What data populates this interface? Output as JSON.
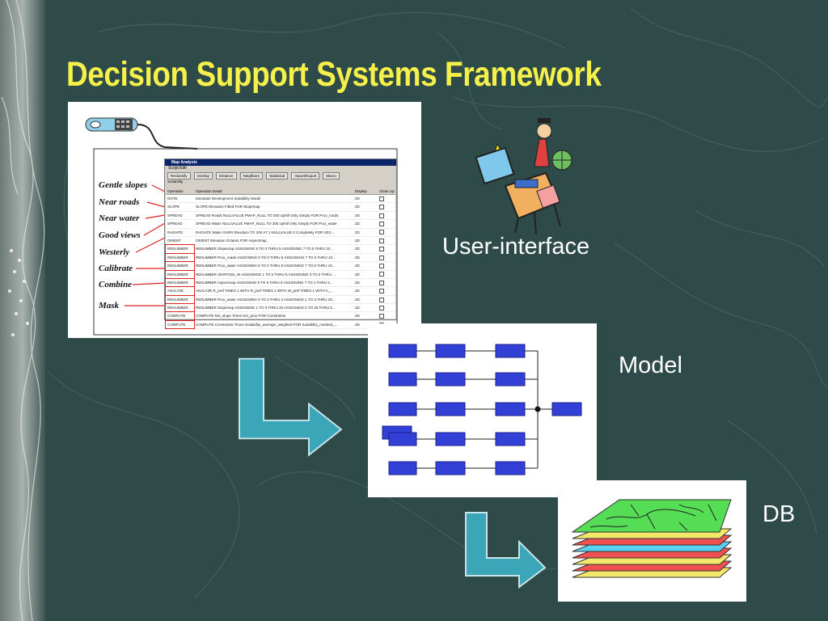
{
  "slide": {
    "title": "Decision Support Systems Framework",
    "labels": {
      "ui": "User-interface",
      "model": "Model",
      "db": "DB"
    }
  },
  "screenshot": {
    "left_labels": [
      "Gentle slopes",
      "Near roads",
      "Near water",
      "Good views",
      "Westerly",
      "Calibrate",
      "Combine",
      "Mask"
    ],
    "window_title": "Map Analysis",
    "menu": "Script  Edit",
    "toolbar": [
      "Reclassify",
      "Overlay",
      "Distance",
      "Neighbors",
      "Statistical",
      "Import/Export",
      "Macro"
    ],
    "subtitle": "Suitability",
    "columns": [
      "Operation",
      "Operation Detail",
      "Display",
      "Clean Up"
    ],
    "rows": [
      {
        "op": "NOTE",
        "detail": "Mountain Development Suitability Model",
        "display": "2D"
      },
      {
        "op": "SLOPE",
        "detail": "SLOPE Elevation Fitted FOR Slopemap",
        "display": "2D"
      },
      {
        "op": "SPREAD",
        "detail": "SPREAD Roads NULLVALUE PMAP_NULL TO 200 Uphill Only Simply FOR Prox_roads",
        "display": "2D"
      },
      {
        "op": "SPREAD",
        "detail": "SPREAD Water NULLVALUE PMAP_NULL TO 200 Uphill Only Simply FOR Prox_water",
        "display": "2D"
      },
      {
        "op": "RADIATE",
        "detail": "RADIATE Water OVER Elevation TO 200 AT 1 NULLVALUE 0 Completely FOR VEX...",
        "display": "2D"
      },
      {
        "op": "ORIENT",
        "detail": "ORIENT Elevation Octants FOR Aspectmap",
        "display": "2D"
      },
      {
        "op": "RENUMBER",
        "detail": "RENUMBER Slopemap ASSIGNING 9 TO 0 THRU 5 ASSIGNING 7 TO 5 THRU 10...",
        "display": "2D"
      },
      {
        "op": "RENUMBER",
        "detail": "RENUMBER Prox_roads ASSIGNING 9 TO 0 THRU 5 ASSIGNING 7 TO 5 THRU 10...",
        "display": "2D"
      },
      {
        "op": "RENUMBER",
        "detail": "RENUMBER Prox_water ASSIGNING 9 TO 0 THRU 8 ASSIGNING 7 TO 8 THRU 16...",
        "display": "2D"
      },
      {
        "op": "RENUMBER",
        "detail": "RENUMBER VEXPOSE_W ASSIGNING 1 TO 0 THRU 5 ASSIGNING 3 TO 5 THRU ...",
        "display": "2D"
      },
      {
        "op": "RENUMBER",
        "detail": "RENUMBER Aspectmap ASSIGNING 9 TO 6 THRU 8 ASSIGNING 7 TO 1 THRU 2...",
        "display": "2D"
      },
      {
        "op": "ANALYZE",
        "detail": "ANALYZE R_pref TIMES 1 WITH R_pref TIMES 1 WITH W_pref TIMES 1 WITH A_...",
        "display": "2D"
      },
      {
        "op": "RENUMBER",
        "detail": "RENUMBER Prox_water ASSIGNING 0 TO 0 THRU 3 ASSIGNING 1 TO 3 THRU 20...",
        "display": "2D"
      },
      {
        "op": "RENUMBER",
        "detail": "RENUMBER Slopemap ASSIGNING 1 TO 0 THRU 20 ASSIGNING 0 TO 20 THRU 5...",
        "display": "2D"
      },
      {
        "op": "COMPUTE",
        "detail": "COMPUTE NO_slope Times NO_prox FOR Constraints",
        "display": "2D"
      },
      {
        "op": "COMPUTE",
        "detail": "COMPUTE Constraints Times Suitability_average_weighted FOR Suitability_masked_...",
        "display": "2D"
      }
    ]
  },
  "colors": {
    "title": "#f6f04a",
    "background": "#2d4a4a",
    "arrow": "#3aa6b8",
    "model_box": "#3340d6",
    "db_layers": [
      "#55dd55",
      "#f4e86a",
      "#f05050",
      "#5ad0f0",
      "#f4e86a",
      "#f05050",
      "#f4e86a"
    ]
  }
}
